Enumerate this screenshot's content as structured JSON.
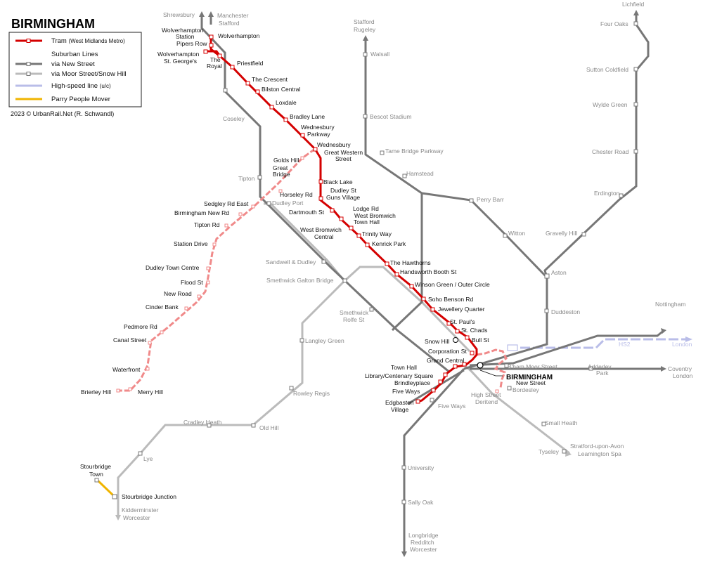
{
  "map": {
    "title": "BIRMINGHAM",
    "credit": "2023 © UrbanRail.Net (R. Schwandl)",
    "hub_label": "BIRMINGHAM",
    "colors": {
      "tram": "#d40000",
      "tram_planned": "#f08a8a",
      "new_street": "#777777",
      "moor_street": "#bbbbbb",
      "high_speed": "#b9bde8",
      "people_mover": "#f0b400"
    }
  },
  "legend": {
    "tram": "Tram",
    "tram_note": "(West Midlands Metro)",
    "suburban_title": "Suburban Lines",
    "via_new_street": "via New Street",
    "via_moor_street": "via Moor Street/Snow Hill",
    "high_speed": "High-speed line",
    "high_speed_note": "(u/c)",
    "people_mover": "Parry People Mover"
  },
  "labels": {
    "shrewsbury": "Shrewsbury",
    "manchester": "Manchester",
    "stafford_top": "Stafford",
    "stafford": "Stafford",
    "rugeley": "Rugeley",
    "lichfield": "Lichfield",
    "four_oaks": "Four Oaks",
    "sutton_coldfield": "Sutton Coldfield",
    "wylde_green": "Wylde Green",
    "chester_road": "Chester Road",
    "erdington": "Erdington",
    "gravelly_hill": "Gravelly Hill",
    "aston": "Aston",
    "duddeston": "Duddeston",
    "walsall": "Walsall",
    "bescot": "Bescot Stadium",
    "tame_bridge": "Tame Bridge Parkway",
    "hamstead": "Hamstead",
    "perry_barr": "Perry Barr",
    "witton": "Witton",
    "wolverhampton_station": "Wolverhampton",
    "wolverhampton_station2": "Station",
    "wolverhampton": "Wolverhampton",
    "pipers_row": "Pipers Row",
    "wolv_stgeorges": "Wolverhampton",
    "wolv_stgeorges2": "St. George's",
    "the_royal": "The",
    "the_royal2": "Royal",
    "priestfield": "Priestfield",
    "the_crescent": "The Crescent",
    "bilston": "Bilston Central",
    "loxdale": "Loxdale",
    "bradley_lane": "Bradley Lane",
    "wednesbury_parkway": "Wednesbury",
    "wednesbury_parkway2": "Parkway",
    "wednesbury_gws": "Wednesbury",
    "wednesbury_gws2": "Great Western",
    "wednesbury_gws3": "Street",
    "coseley": "Coseley",
    "tipton": "Tipton",
    "golds_hill": "Golds Hill",
    "great_bridge": "Great",
    "great_bridge2": "Bridge",
    "horseley": "Horseley Rd",
    "dudley_port": "Dudley Port",
    "sedgley": "Sedgley Rd East",
    "bham_new_rd": "Birmingham New Rd",
    "tipton_rd": "Tipton Rd",
    "station_drive": "Station Drive",
    "dudley_town": "Dudley Town Centre",
    "flood_st": "Flood St",
    "new_road": "New Road",
    "cinder_bank": "Cinder Bank",
    "pedmore": "Pedmore Rd",
    "canal_street": "Canal Street",
    "waterfront": "Waterfront",
    "brierley_hill": "Brierley Hill",
    "merry_hill": "Merry Hill",
    "black_lake": "Black Lake",
    "dudley_st": "Dudley St",
    "dudley_st2": "Guns Village",
    "dartmouth": "Dartmouth St",
    "lodge_rd": "Lodge Rd",
    "west_brom_th": "West Bromwich",
    "west_brom_th2": "Town Hall",
    "west_brom_c": "West Bromwich",
    "west_brom_c2": "Central",
    "trinity_way": "Trinity Way",
    "kenrick_park": "Kenrick Park",
    "the_hawthorns": "The Hawthorns",
    "handsworth": "Handsworth Booth St",
    "winson_green": "Winson Green / Outer Circle",
    "soho_benson": "Soho Benson Rd",
    "jewellery": "Jewellery Quarter",
    "st_pauls": "St. Paul's",
    "st_chads": "St. Chads",
    "snow_hill": "Snow Hill",
    "bull_st": "Bull St",
    "corporation": "Corporation St",
    "grand_central": "Grand Central",
    "town_hall": "Town Hall",
    "library": "Library/Centenary Square",
    "brindleyplace": "Brindleyplace",
    "five_ways_tram": "Five Ways",
    "edgbaston": "Edgbaston",
    "edgbaston2": "Village",
    "sandwell": "Sandwell & Dudley",
    "smethwick_galton": "Smethwick Galton Bridge",
    "smethwick_rolfe": "Smethwick",
    "smethwick_rolfe2": "Rolfe St",
    "langley_green": "Langley Green",
    "rowley_regis": "Rowley Regis",
    "old_hill": "Old Hill",
    "cradley_heath": "Cradley Heath",
    "lye": "Lye",
    "stourbridge_town": "Stourbridge",
    "stourbridge_town2": "Town",
    "stourbridge_jn": "Stourbridge Junction",
    "kidderminster": "Kidderminster",
    "worcester": "Worcester",
    "five_ways": "Five Ways",
    "university": "University",
    "sally_oak": "Sally Oak",
    "longbridge": "Longbridge",
    "redditch": "Redditch",
    "worcester2": "Worcester",
    "bham_moor": "B'ham Moor Street",
    "new_street": "New Street",
    "bordesley": "Bordesley",
    "high_street": "High Street",
    "high_street2": "Deritend",
    "small_heath": "Small Heath",
    "tyseley": "Tyseley",
    "stratford": "Stratford-upon-Avon",
    "leamington": "Leamington Spa",
    "adderley": "Adderley",
    "adderley2": "Park",
    "coventry": "Coventry",
    "london": "London",
    "hs2": "HS2",
    "london_hs": "London",
    "nottingham": "Nottingham"
  }
}
